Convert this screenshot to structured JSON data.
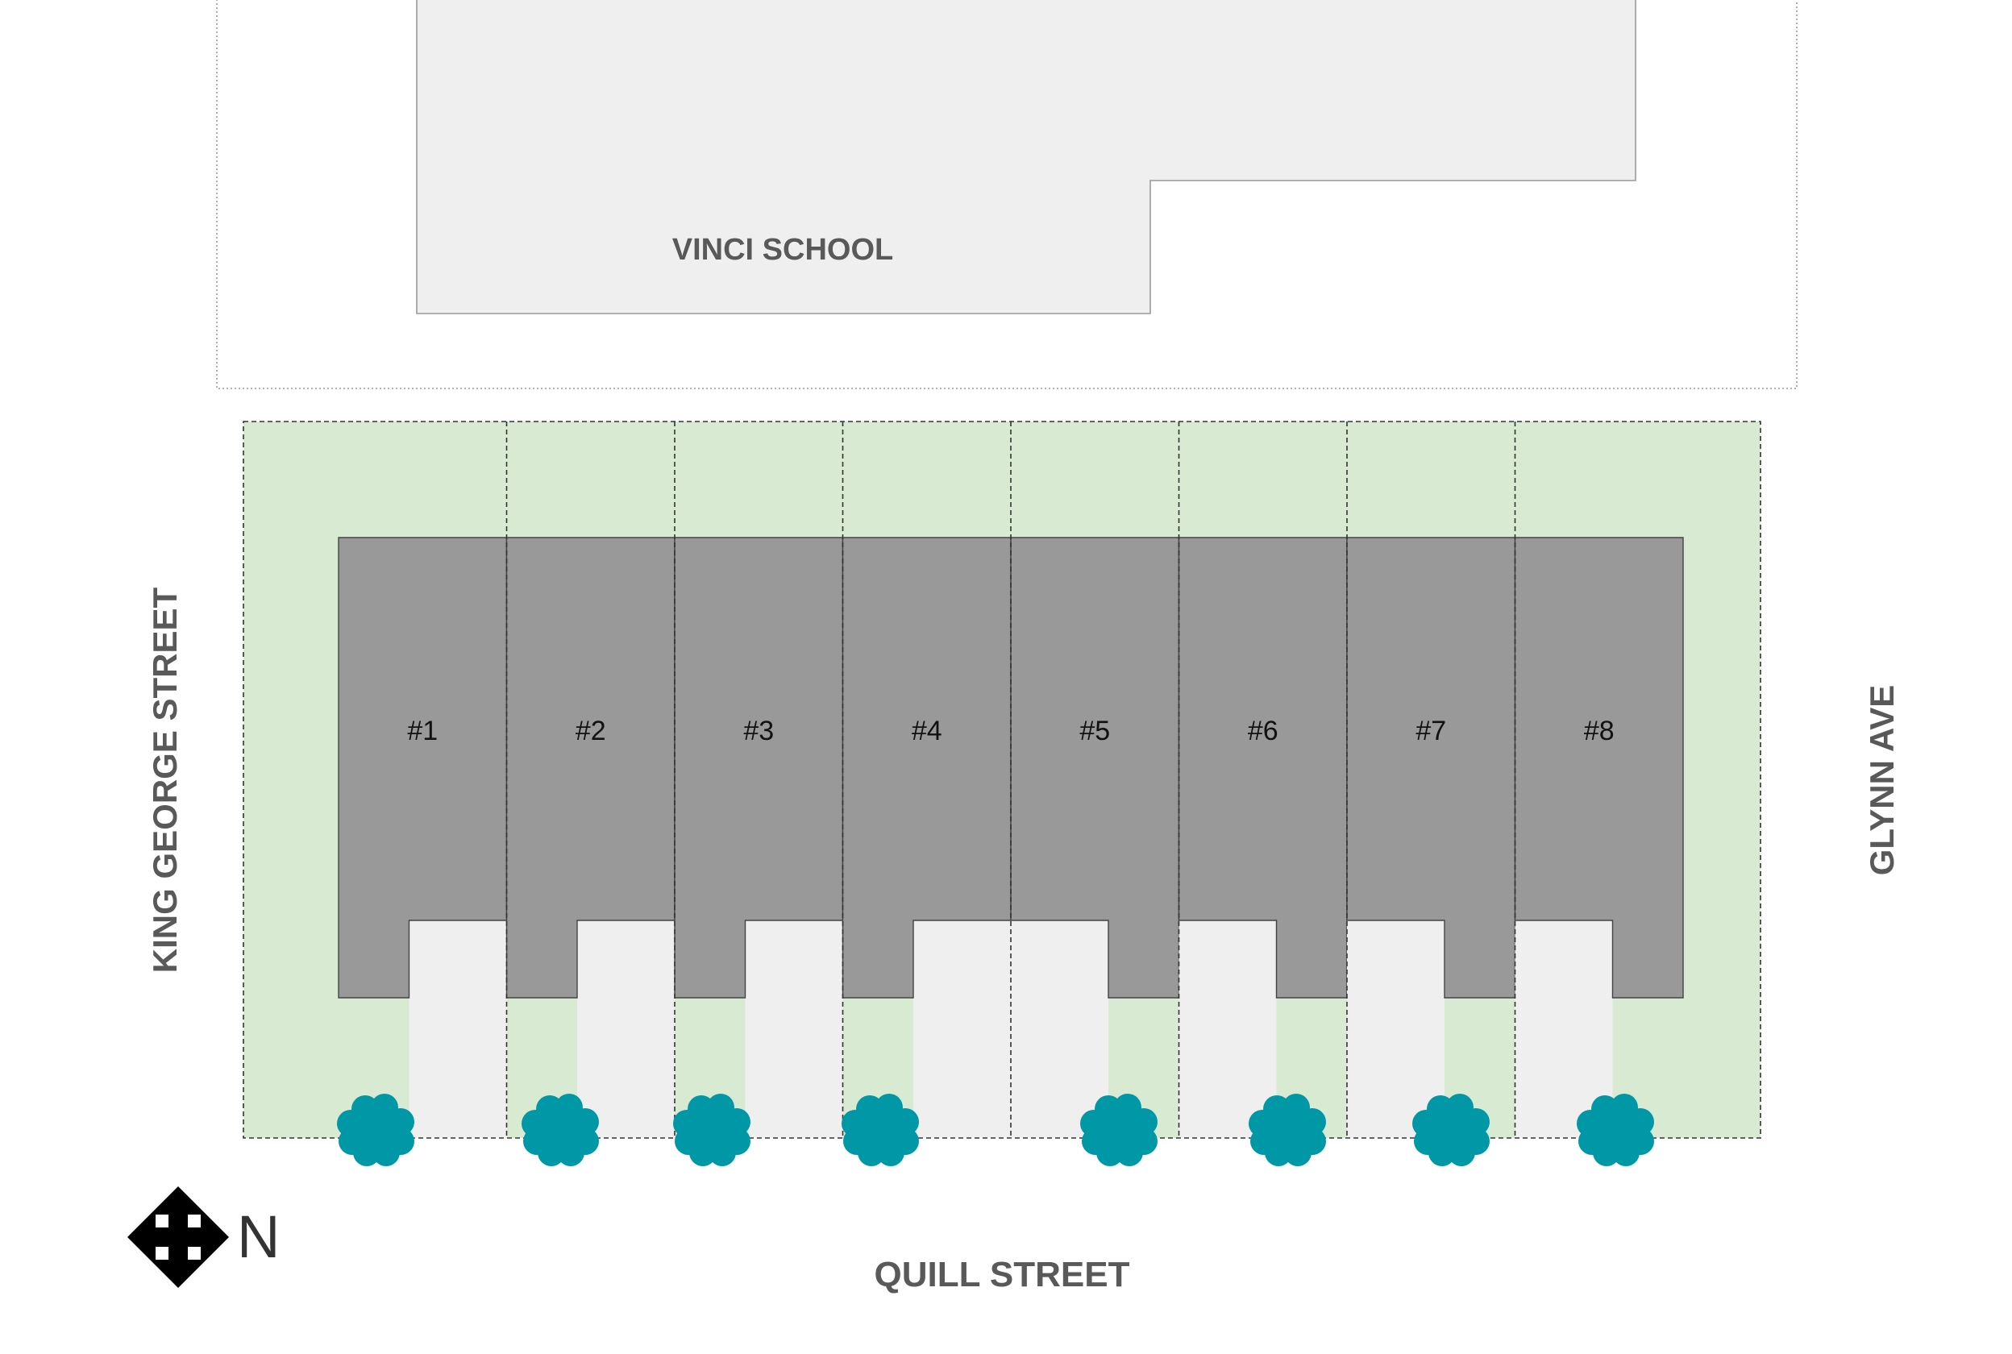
{
  "colors": {
    "lot_fill": "#d9ead3",
    "building_fill": "#999999",
    "driveway_fill": "#efefef",
    "school_fill": "#efefef",
    "tree_fill": "#0097a7",
    "label_text": "#595959"
  },
  "school": {
    "label": "VINCI SCHOOL"
  },
  "streets": {
    "west": "KING GEORGE STREET",
    "east": "GLYNN AVE",
    "south": "QUILL STREET"
  },
  "compass": {
    "label": "N",
    "icon": "four-way-arrow-icon"
  },
  "units": [
    {
      "label": "#1",
      "driveway_side": "right"
    },
    {
      "label": "#2",
      "driveway_side": "right"
    },
    {
      "label": "#3",
      "driveway_side": "right"
    },
    {
      "label": "#4",
      "driveway_side": "right"
    },
    {
      "label": "#5",
      "driveway_side": "left"
    },
    {
      "label": "#6",
      "driveway_side": "left"
    },
    {
      "label": "#7",
      "driveway_side": "left"
    },
    {
      "label": "#8",
      "driveway_side": "left"
    }
  ]
}
